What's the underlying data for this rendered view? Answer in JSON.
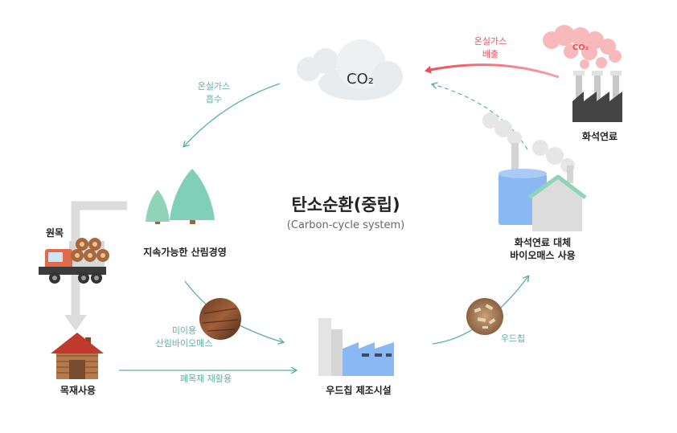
{
  "title": "탄소순환(중립)",
  "subtitle": "(Carbon-cycle system)",
  "cloud_label": "CO₂",
  "emission_co2": "CO₂",
  "labels": {
    "absorb": "온실가스\n흡수",
    "emission": "온실가스\n배출",
    "fossil": "화석연료",
    "biomass_use": "화석연료 대체\n바이오매스 사용",
    "forest": "지속가능한 산림경영",
    "log": "원목",
    "wood_use": "목재사용",
    "unused": "미이용\n산림바이오매스",
    "recycle": "폐목재 재활용",
    "factory": "우드칩 제조시설",
    "woodchip": "우드칩"
  },
  "colors": {
    "teal": "#5bb0a7",
    "red": "#ef4d5a",
    "dark_text": "#222222",
    "cloud": "#e9ecef",
    "tree": "#7fd0b6",
    "factory_blue": "#8ab8f2"
  }
}
